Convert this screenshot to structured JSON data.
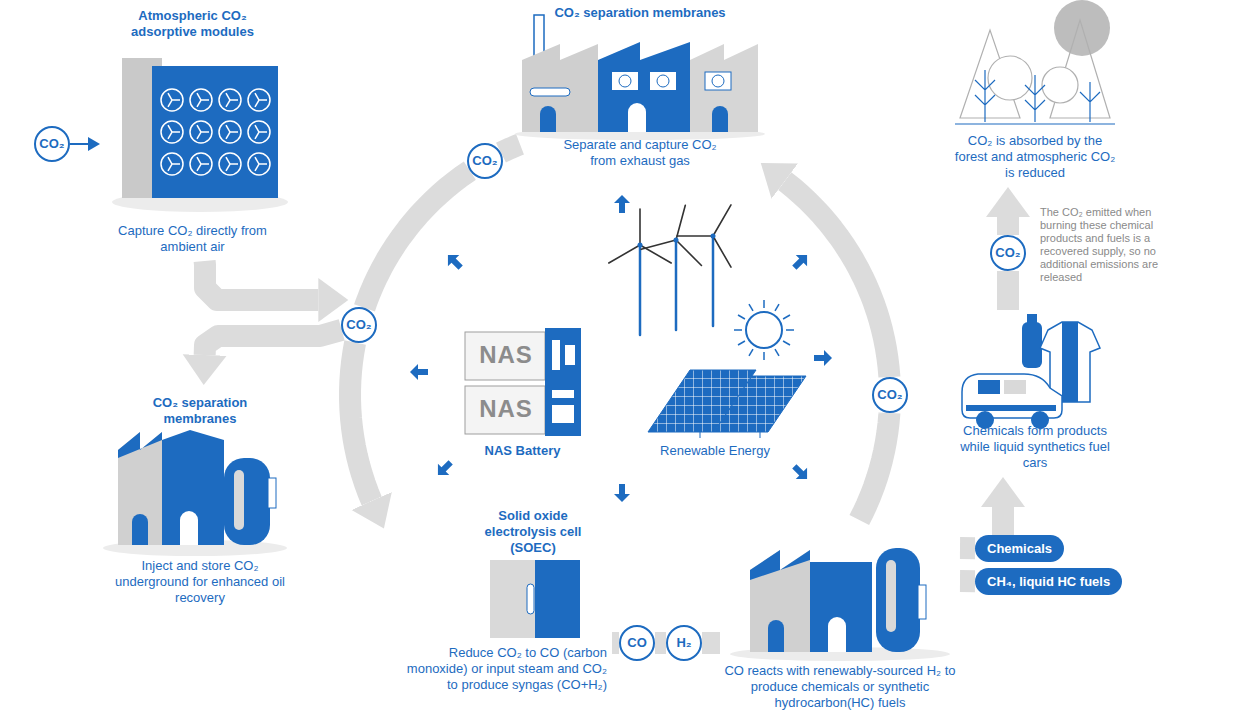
{
  "diagram": {
    "nodes": [
      {
        "text": [
          "Atmospheric CO₂ adsorptive modules",
          "Capture CO₂ directly from ambient air"
        ]
      },
      {
        "text": [
          "CO₂"
        ]
      },
      {
        "text": [
          "CO₂ separation membranes",
          "Separate and capture CO₂ from exhaust gas"
        ]
      },
      {
        "text": [
          "CO₂"
        ]
      },
      {
        "text": [
          "CO₂"
        ]
      },
      {
        "text": [
          "CO₂ separation membranes",
          "Inject and store CO₂ underground for enhanced oil recovery"
        ]
      },
      {
        "text": [
          "NAS Battery"
        ]
      },
      {
        "text": [
          "Renewable Energy"
        ]
      },
      {
        "text": [
          "Solid oxide electrolysis cell (SOEC)",
          "Reduce CO₂ to CO (carbon monoxide) or input steam and CO₂ to produce syngas (CO+H₂)"
        ]
      },
      {
        "text": [
          "CO"
        ]
      },
      {
        "text": [
          "H₂"
        ]
      },
      {
        "text": [
          "CO reacts with renewably-sourced H₂ to produce chemicals or synthetic hydrocarbon(HC) fuels"
        ]
      },
      {
        "text": [
          "CO₂"
        ]
      },
      {
        "text": [
          "Chemicals"
        ]
      },
      {
        "text": [
          "CH₄, liquid HC fuels"
        ]
      },
      {
        "text": [
          "Chemicals form products while liquid synthetics fuel cars"
        ]
      },
      {
        "text": [
          "CO₂"
        ]
      },
      {
        "text": [
          "CO₂ is absorbed by the forest and atmospheric CO₂ is reduced"
        ]
      }
    ],
    "edges": [
      {
        "from": 1,
        "to": 0,
        "arrow": "to"
      },
      {
        "from": 0,
        "to": 4,
        "arrow": "to"
      },
      {
        "from": 4,
        "to": 5,
        "arrow": "to"
      },
      {
        "from": 2,
        "to": 3,
        "arrow": "none"
      },
      {
        "from": 3,
        "to": 4,
        "arrow": "none"
      },
      {
        "from": 4,
        "to": 8,
        "arrow": "to"
      },
      {
        "from": 8,
        "to": 9,
        "arrow": "none"
      },
      {
        "from": 9,
        "to": 10,
        "arrow": "none"
      },
      {
        "from": 10,
        "to": 11,
        "arrow": "none"
      },
      {
        "from": 11,
        "to": 12,
        "arrow": "none"
      },
      {
        "from": 12,
        "to": 2,
        "arrow": "to"
      },
      {
        "from": 11,
        "to": 13,
        "arrow": "none"
      },
      {
        "from": 11,
        "to": 14,
        "arrow": "none"
      },
      {
        "from": 13,
        "to": 15,
        "arrow": "to"
      },
      {
        "from": 15,
        "to": 16,
        "arrow": "none"
      },
      {
        "from": 16,
        "to": 17,
        "arrow": "to"
      }
    ],
    "labels": [
      "The CO₂ emitted when burning these chemical products and fuels is a recovered supply, so no additional emissions are released",
      "NAS",
      "NAS"
    ]
  }
}
